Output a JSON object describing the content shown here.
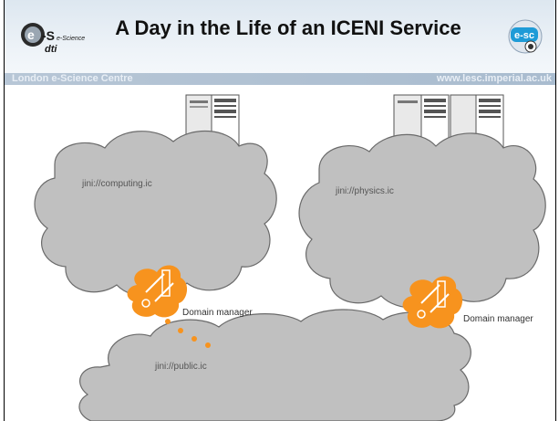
{
  "slide": {
    "title": "A Day in the Life of an ICENI Service",
    "footer_left": "London e-Science Centre",
    "footer_right": "www.lesc.imperial.ac.uk"
  },
  "logos": {
    "left_text": "e-Science",
    "left_subtext": "dti",
    "right_text": "e-sc"
  },
  "domains": {
    "computing": {
      "label": "jini://computing.ic"
    },
    "physics": {
      "label": "jini://physics.ic"
    },
    "public": {
      "label": "jini://public.ic"
    }
  },
  "domain_managers": {
    "left": {
      "label": "Domain manager"
    },
    "right": {
      "label": "Domain manager"
    }
  },
  "colors": {
    "cloud": "#c0c0c0",
    "manager": "#f7931e",
    "title": "#111111"
  }
}
